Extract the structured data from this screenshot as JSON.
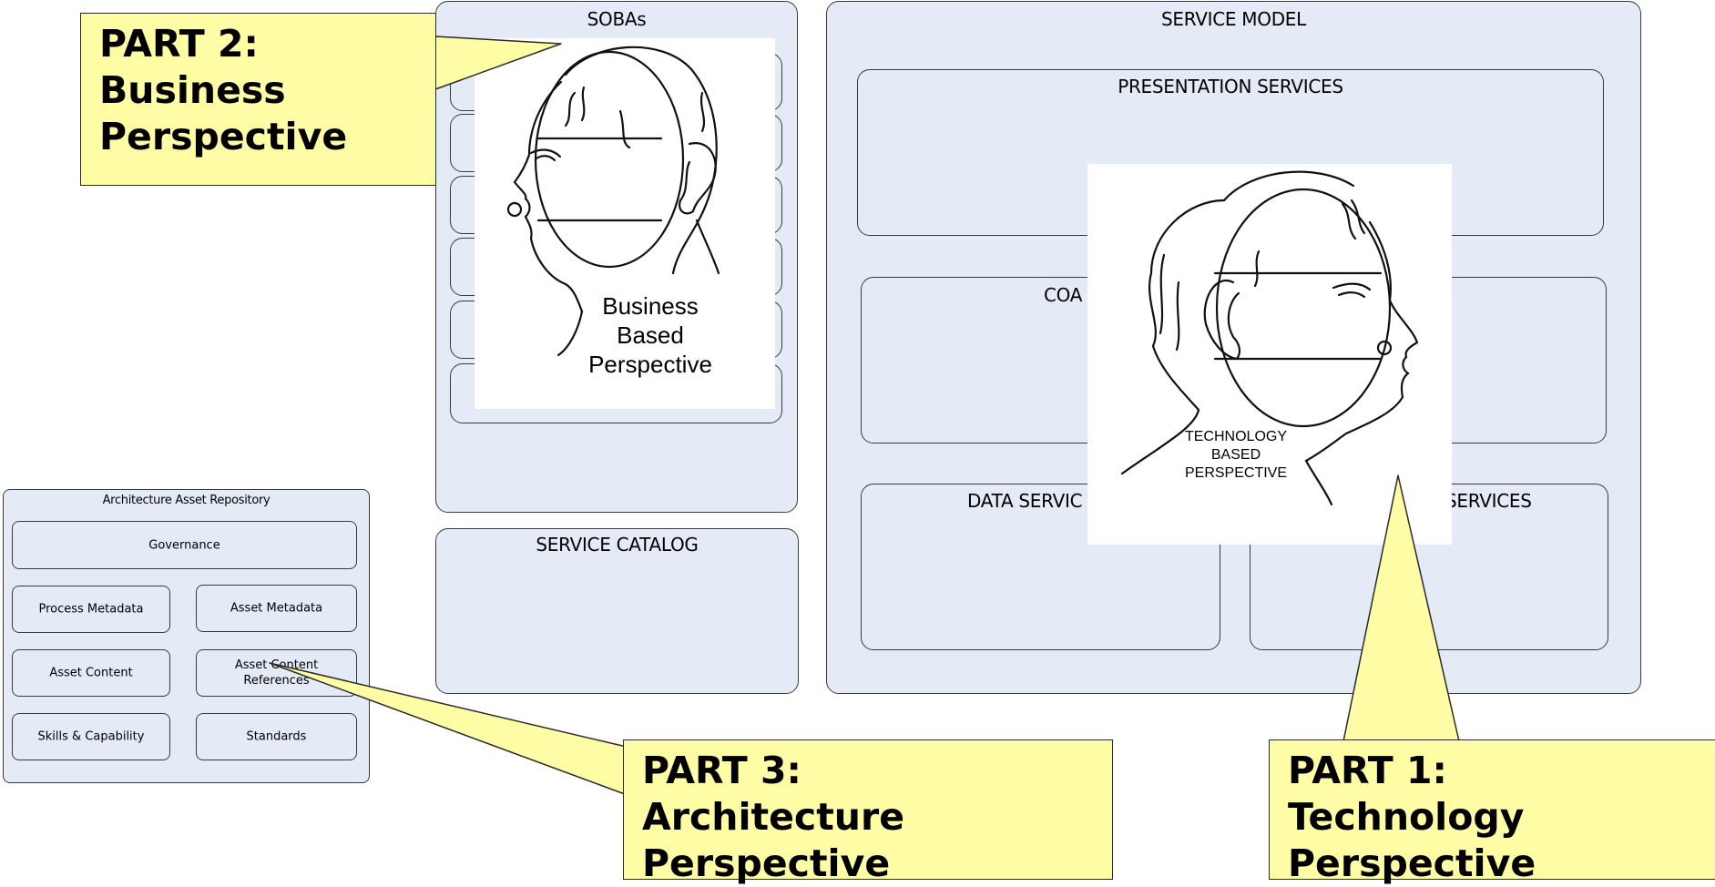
{
  "sobas": {
    "title": "SOBAs"
  },
  "service_model": {
    "title": "SERVICE MODEL",
    "presentation_services": "PRESENTATION SERVICES",
    "composite_services_partial": "COA",
    "data_services_partial": "DATA SERVIC",
    "right_services_partial": "SERVICES"
  },
  "service_catalog": {
    "title": "SERVICE CATALOG"
  },
  "repository": {
    "title": "Architecture Asset Repository",
    "items": {
      "governance": "Governance",
      "process_metadata": "Process Metadata",
      "asset_metadata": "Asset Metadata",
      "asset_content": "Asset Content",
      "asset_content_references": "Asset Content\nReferences",
      "skills_capability": "Skills & Capability",
      "standards": "Standards"
    }
  },
  "business_image": {
    "caption": "Business\nBased\nPerspective"
  },
  "technology_image": {
    "caption": "TECHNOLOGY\nBASED\nPERSPECTIVE"
  },
  "callouts": {
    "part2": "PART 2:\nBusiness\nPerspective",
    "part3": "PART 3:\nArchitecture\nPerspective",
    "part1": "PART 1:\nTechnology\nPerspective"
  },
  "colors": {
    "panel_fill": "#e4ebf6",
    "callout_fill": "#fffca6",
    "border": "#3a3a3a"
  }
}
